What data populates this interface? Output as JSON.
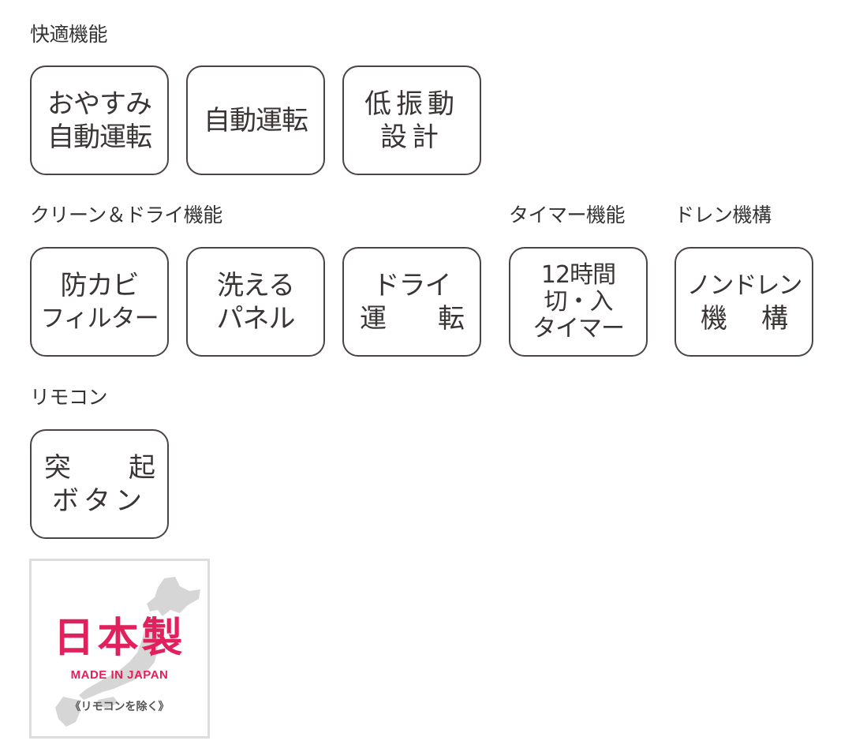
{
  "sections": {
    "comfort": {
      "title": "快適機能",
      "items": [
        {
          "lines": [
            "おやすみ",
            "自動運転"
          ]
        },
        {
          "lines": [
            "自動運転"
          ]
        },
        {
          "lines": [
            "低振動",
            "設計"
          ]
        }
      ]
    },
    "clean_dry": {
      "title": "クリーン＆ドライ機能",
      "items": [
        {
          "lines": [
            "防カビ",
            "フィルター"
          ]
        },
        {
          "lines": [
            "洗える",
            "パネル"
          ]
        },
        {
          "lines": [
            "ドライ",
            "運",
            "転"
          ]
        }
      ]
    },
    "timer": {
      "title": "タイマー機能",
      "items": [
        {
          "lines": [
            "12時間",
            "切・入",
            "タイマー"
          ]
        }
      ]
    },
    "drain": {
      "title": "ドレン機構",
      "items": [
        {
          "lines": [
            "ノンドレン",
            "機",
            "構"
          ]
        }
      ]
    },
    "remote": {
      "title": "リモコン",
      "items": [
        {
          "lines": [
            "突",
            "起",
            "ボタン"
          ]
        }
      ]
    }
  },
  "badge": {
    "kanji": "日本製",
    "english": "MADE IN JAPAN",
    "note": "《リモコンを除く》",
    "accent_color": "#e0215e",
    "map_color": "#d6d6d6"
  }
}
